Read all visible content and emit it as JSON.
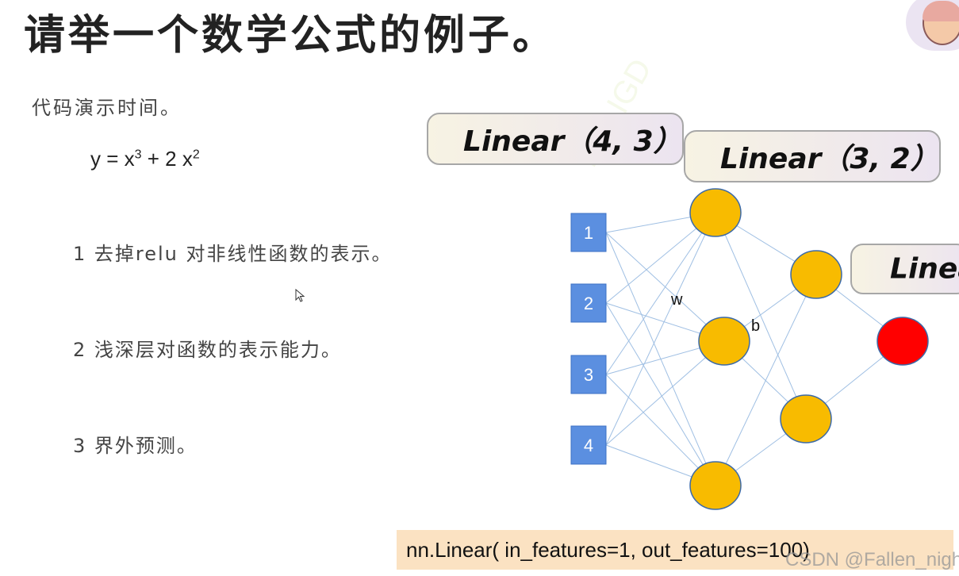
{
  "slide": {
    "title": "请举一个数学公式的例子。",
    "subtitle": "代码演示时间。",
    "formula": {
      "prefix": "y = x",
      "exp1": "3",
      "middle": " + 2 x",
      "exp2": "2"
    },
    "points": [
      "1 去掉relu 对非线性函数的表示。",
      "2 浅深层对函数的表示能力。",
      "3 界外预测。"
    ]
  },
  "network": {
    "layer_labels": [
      "Linear（4, 3）",
      "Linear（3, 2）",
      "Linear"
    ],
    "input_nodes": [
      "1",
      "2",
      "3",
      "4"
    ],
    "weight_label": "w",
    "bias_label": "b",
    "colors": {
      "input": "#5b8fe0",
      "hidden": "#f8bb00",
      "output": "#ff0000",
      "edge": "#9fbfe3"
    }
  },
  "code": "nn.Linear( in_features=1, out_features=100)",
  "watermark": "CSDN @Fallen_night",
  "diagonal_watermark": "DVLIGD"
}
